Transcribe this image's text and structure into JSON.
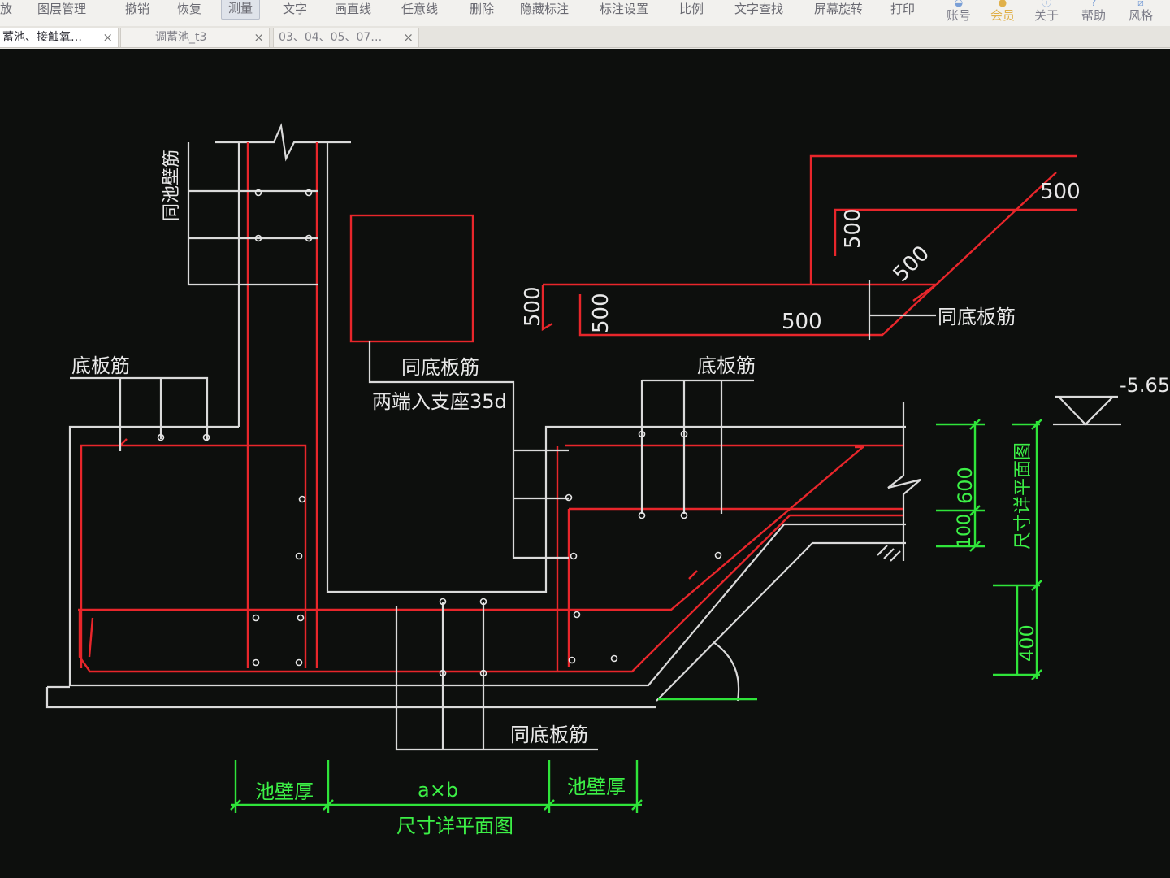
{
  "toolbar": {
    "items": [
      "放",
      "图层管理",
      "撤销",
      "恢复",
      "测量",
      "文字",
      "画直线",
      "任意线",
      "删除",
      "隐藏标注",
      "标注设置",
      "比例",
      "文字查找",
      "屏幕旋转",
      "打印"
    ],
    "active": "测量",
    "right": [
      {
        "label": "账号",
        "icon": "user-icon"
      },
      {
        "label": "会员",
        "icon": "vip-icon"
      },
      {
        "label": "关于",
        "icon": "info-icon"
      },
      {
        "label": "帮助",
        "icon": "help-icon"
      },
      {
        "label": "风格",
        "icon": "style-icon"
      }
    ]
  },
  "tabs": [
    {
      "label": "蓄池、接触氧…",
      "active": true
    },
    {
      "label": "调蓄池_t3",
      "active": false
    },
    {
      "label": "03、04、05、07…",
      "active": false
    }
  ],
  "drawing": {
    "labels": {
      "wall_rebar": "同池壁筋",
      "bottom_rebar_left": "底板筋",
      "same_bottom_top": "同底板筋",
      "anchor_note": "两端入支座35d",
      "bottom_rebar_right": "底板筋",
      "same_bottom_right": "同底板筋",
      "same_bottom_lower": "同底板筋",
      "elevation": "-5.650"
    },
    "detail_dims": {
      "d1": "500",
      "d2": "500",
      "d3": "500",
      "d4": "500",
      "d5": "500",
      "d6": "500"
    },
    "dims": {
      "wall_thk_left": "池壁厚",
      "axb": "a×b",
      "wall_thk_right": "池壁厚",
      "plan_ref_bottom": "尺寸详平面图",
      "v600": "600",
      "v100": "100",
      "v400": "400",
      "plan_ref_side": "尺寸详平面图"
    }
  }
}
